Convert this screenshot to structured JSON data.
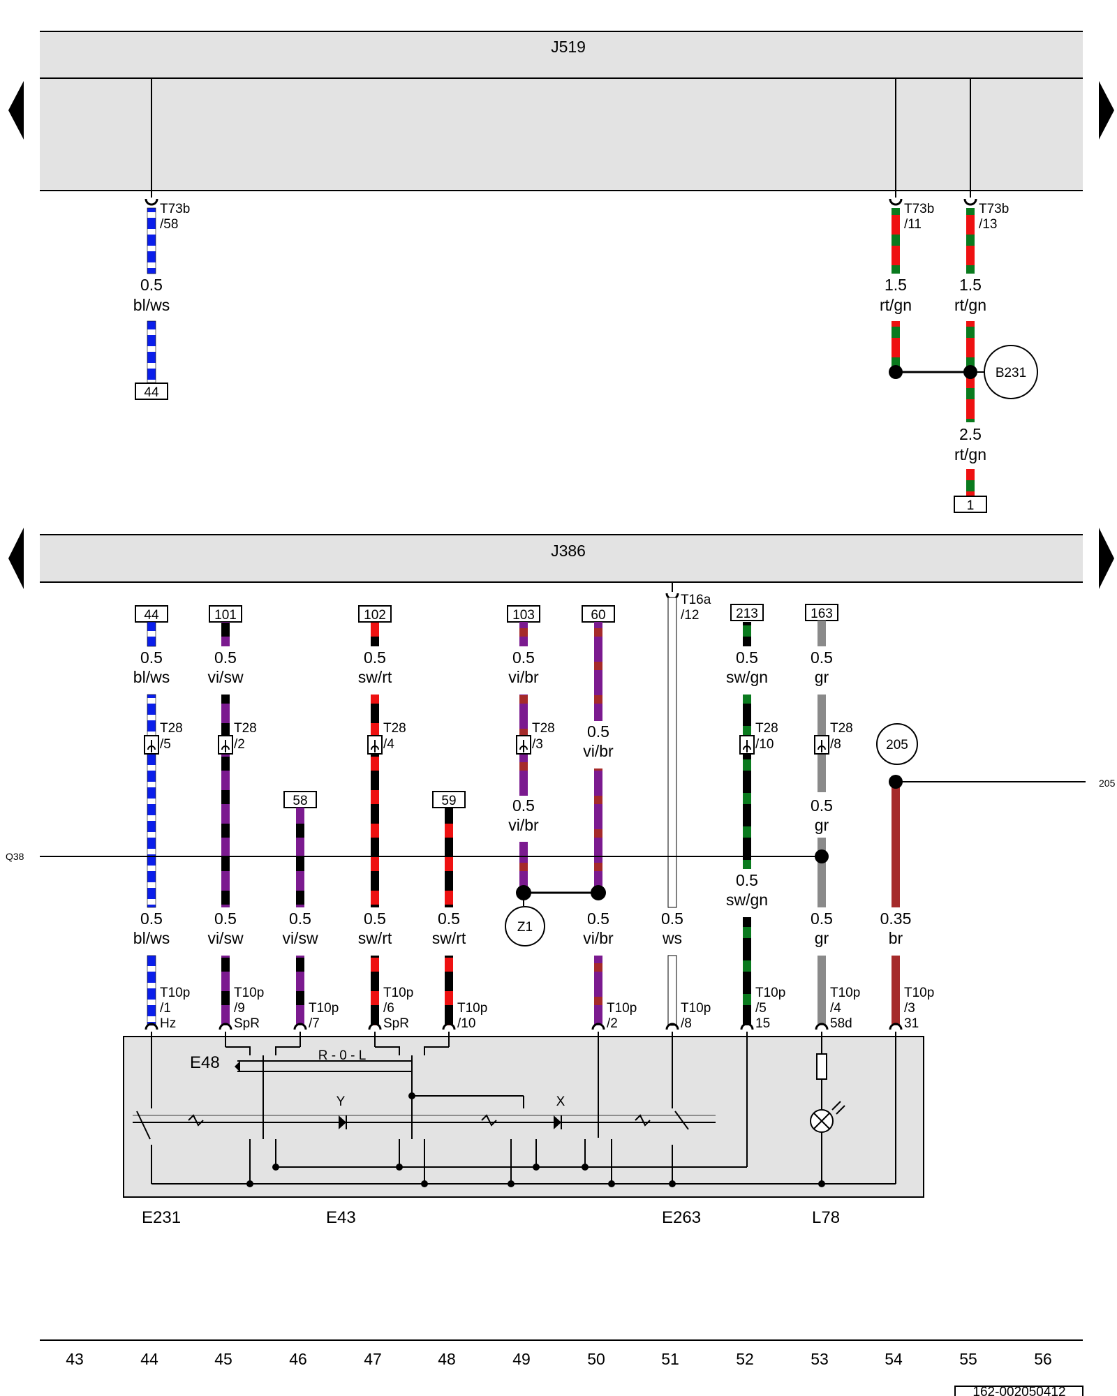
{
  "units": {
    "top": "J519",
    "middle": "J386",
    "switch_left": "E231",
    "switch_main": "E43",
    "switch_right": "E263",
    "lamp": "L78",
    "module": "E48"
  },
  "top_wires": [
    {
      "conn": "T73b",
      "pin": "/58",
      "size": "0.5",
      "color": "bl/ws",
      "ref": "44"
    },
    {
      "conn": "T73b",
      "pin": "/11",
      "size": "1.5",
      "color": "rt/gn"
    },
    {
      "conn": "T73b",
      "pin": "/13",
      "size": "1.5",
      "color": "rt/gn"
    }
  ],
  "b231": {
    "label": "B231",
    "size": "2.5",
    "color": "rt/gn",
    "ref": "1"
  },
  "refs_top": [
    "44",
    "101",
    "102",
    "103",
    "60",
    "213",
    "163"
  ],
  "refs_mid": [
    "58",
    "59"
  ],
  "t16a": {
    "conn": "T16a",
    "pin": "/12"
  },
  "upper_labels": [
    {
      "size": "0.5",
      "color": "bl/ws"
    },
    {
      "size": "0.5",
      "color": "vi/sw"
    },
    {
      "size": "0.5",
      "color": "sw/rt"
    },
    {
      "size": "0.5",
      "color": "vi/br"
    },
    {
      "size": "0.5",
      "color": "sw/gn"
    },
    {
      "size": "0.5",
      "color": "gr"
    }
  ],
  "t28": [
    {
      "conn": "T28",
      "pin": "/5"
    },
    {
      "conn": "T28",
      "pin": "/2"
    },
    {
      "conn": "T28",
      "pin": "/4"
    },
    {
      "conn": "T28",
      "pin": "/3"
    },
    {
      "conn": "T28",
      "pin": "/10"
    },
    {
      "conn": "T28",
      "pin": "/8"
    }
  ],
  "extra_labels": [
    {
      "size": "0.5",
      "color": "vi/br"
    },
    {
      "size": "0.5",
      "color": "vi/br"
    },
    {
      "size": "0.5",
      "color": "gr"
    },
    {
      "size": "0.5",
      "color": "sw/gn"
    }
  ],
  "lower_labels": [
    {
      "size": "0.5",
      "color": "bl/ws"
    },
    {
      "size": "0.5",
      "color": "vi/sw"
    },
    {
      "size": "0.5",
      "color": "vi/sw"
    },
    {
      "size": "0.5",
      "color": "sw/rt"
    },
    {
      "size": "0.5",
      "color": "sw/rt"
    },
    {
      "size": "0.5",
      "color": "vi/br"
    },
    {
      "size": "0.5",
      "color": "ws"
    },
    {
      "size": "0.5",
      "color": "gr"
    },
    {
      "size": "0.35",
      "color": "br"
    }
  ],
  "t10p": [
    {
      "conn": "T10p",
      "pin": "/1",
      "term": "Hz"
    },
    {
      "conn": "T10p",
      "pin": "/9",
      "term": "SpR"
    },
    {
      "conn": "T10p",
      "pin": "/7",
      "term": ""
    },
    {
      "conn": "T10p",
      "pin": "/6",
      "term": "SpR"
    },
    {
      "conn": "T10p",
      "pin": "/10",
      "term": ""
    },
    {
      "conn": "T10p",
      "pin": "/2",
      "term": ""
    },
    {
      "conn": "T10p",
      "pin": "/8",
      "term": ""
    },
    {
      "conn": "T10p",
      "pin": "/5",
      "term": "15"
    },
    {
      "conn": "T10p",
      "pin": "/4",
      "term": "58d"
    },
    {
      "conn": "T10p",
      "pin": "/3",
      "term": "31"
    }
  ],
  "circles": {
    "c205": "205",
    "z1": "Z1"
  },
  "side_labels": {
    "left": "Q38",
    "right": "205"
  },
  "switch_labels": {
    "rol": "R - 0 - L",
    "y": "Y",
    "x": "X"
  },
  "columns": [
    "43",
    "44",
    "45",
    "46",
    "47",
    "48",
    "49",
    "50",
    "51",
    "52",
    "53",
    "54",
    "55",
    "56"
  ],
  "doc_number": "162-002050412",
  "colors": {
    "bl": "#0a1eea",
    "ws": "#ffffff",
    "vi": "#7b1a8f",
    "sw": "#000000",
    "rt": "#ee1111",
    "gn": "#0a7a1e",
    "br": "#a52a2a",
    "gr": "#8a8a8a"
  }
}
